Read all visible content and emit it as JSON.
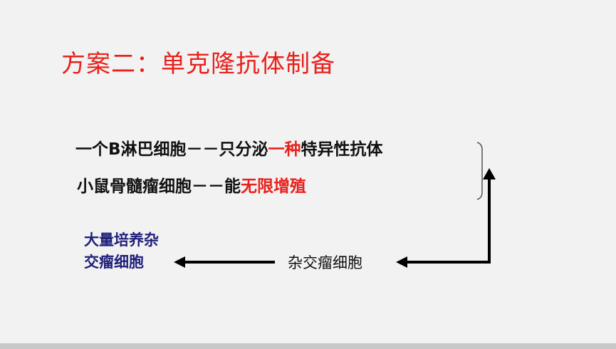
{
  "slide": {
    "title": "方案二：单克隆抗体制备",
    "line1": {
      "prefix": "一个B淋巴细胞－－只分泌",
      "highlight": "一种",
      "suffix": "特异性抗体"
    },
    "line2": {
      "prefix": "小鼠骨髓瘤细胞－－能",
      "highlight": "无限增殖"
    },
    "hybrid_cell": "杂交瘤细胞",
    "result": "大量培养杂交瘤细胞",
    "colors": {
      "title": "#e8211c",
      "highlight": "#e8211c",
      "result_text": "#1f1f7a",
      "body_text": "#111111",
      "background": "#f2f2f2"
    }
  }
}
